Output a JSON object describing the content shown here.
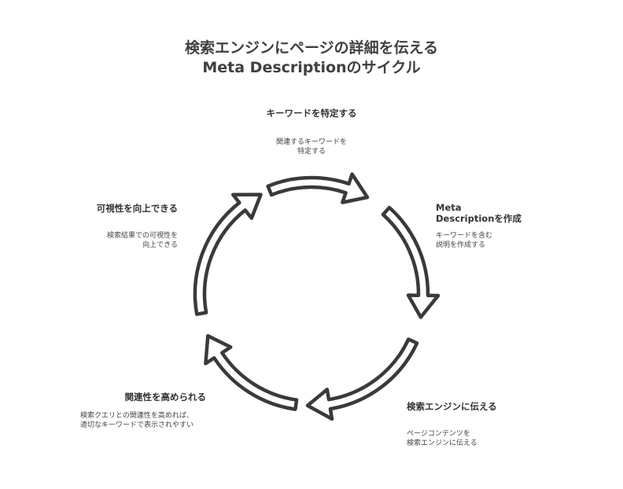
{
  "title": {
    "line1": "検索エンジンにページの詳細を伝える",
    "line2": "Meta Descriptionのサイクル"
  },
  "stages": [
    {
      "title": "キーワードを特定する",
      "desc_lines": [
        "関連するキーワードを",
        "特定する"
      ]
    },
    {
      "title_lines": [
        "Meta",
        "Descriptionを作成"
      ],
      "desc_lines": [
        "キーワードを含む",
        "説明を作成する"
      ]
    },
    {
      "title": "検索エンジンに伝える",
      "desc_lines": [
        "ページコンテンツを",
        "検索エンジンに伝える"
      ]
    },
    {
      "title": "関連性を高められる",
      "desc_lines": [
        "検索クエリとの関連性を高めれば、",
        "適切なキーワードで表示されやすい"
      ]
    },
    {
      "title": "可視性を向上できる",
      "desc_lines": [
        "検索結果での可視性を",
        "向上できる"
      ]
    }
  ]
}
